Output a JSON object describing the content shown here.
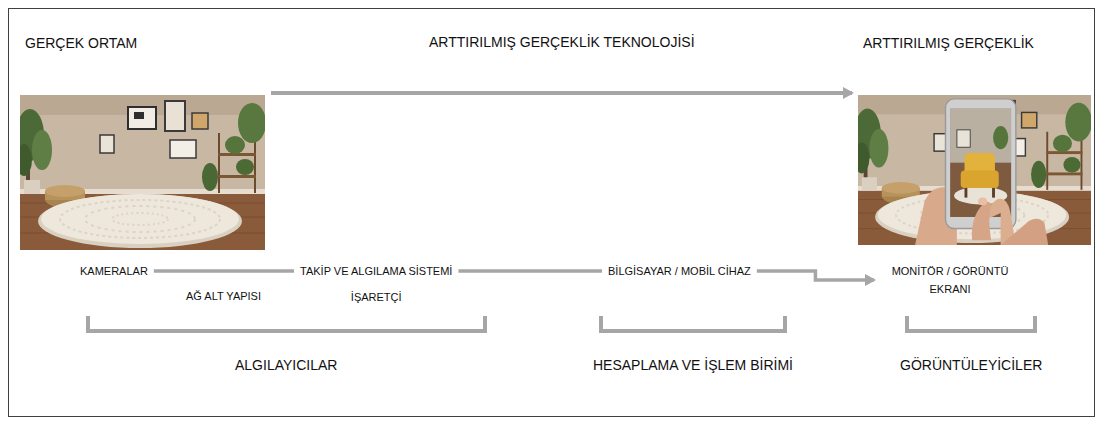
{
  "diagram": {
    "nodes": [
      {
        "text": [
          "GERÇEK ORTAM"
        ]
      },
      {
        "text": [
          "ARTTIRILMIŞ GERÇEKLİK"
        ]
      },
      {
        "text": [
          "KAMERALAR"
        ]
      },
      {
        "text": [
          "TAKİP VE ALGILAMA SİSTEMİ",
          "İŞARETÇİ"
        ]
      },
      {
        "text": [
          "BİLGİSAYAR / MOBİL CİHAZ"
        ]
      },
      {
        "text": [
          "MONİTÖR / GÖRÜNTÜ EKRANI"
        ]
      }
    ],
    "edges": [
      {
        "from": 0,
        "to": 1,
        "arrow": "to",
        "label": "ARTTIRILMIŞ GERÇEKLİK TEKNOLOJİSİ"
      },
      {
        "from": 2,
        "to": 3,
        "arrow": "none",
        "label": "AĞ ALT YAPISI"
      },
      {
        "from": 3,
        "to": 4,
        "arrow": "none"
      },
      {
        "from": 4,
        "to": 5,
        "arrow": "to"
      }
    ],
    "labels": [
      "ALGILAYICILAR",
      "HESAPLAMA VE İŞLEM BİRİMİ",
      "GÖRÜNTÜLEYİCİLER"
    ]
  }
}
